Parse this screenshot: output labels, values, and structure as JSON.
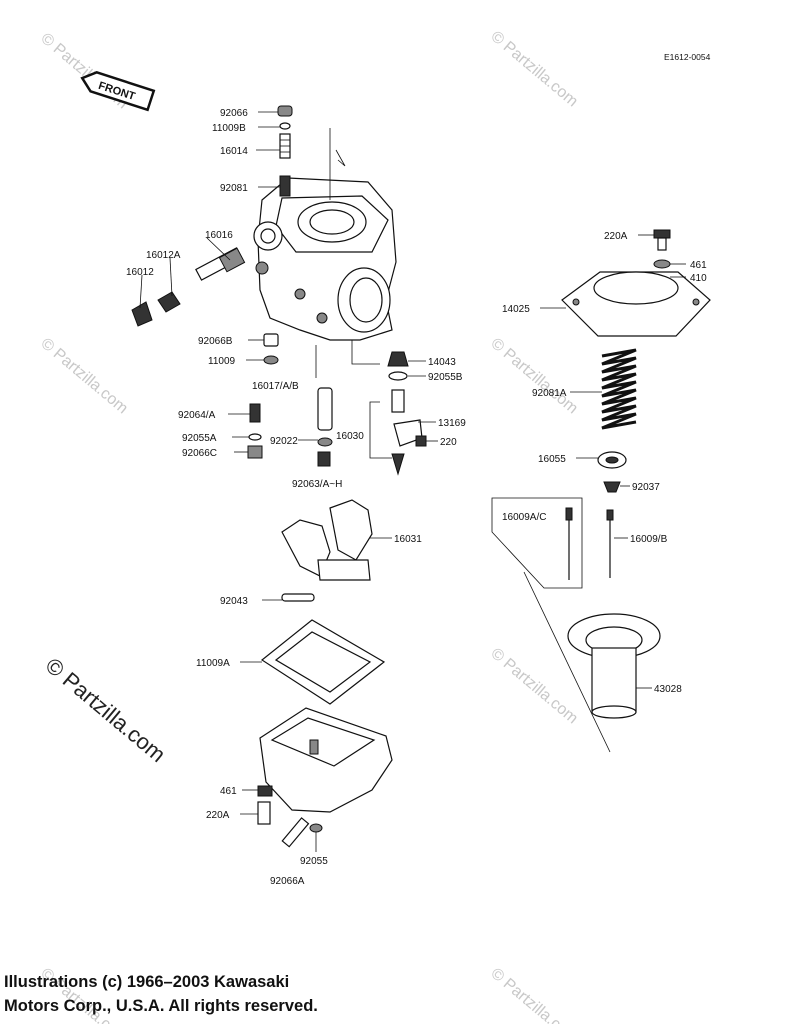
{
  "diagram_code": "E1612-0054",
  "front_arrow_label": "FRONT",
  "watermark": "© Partzilla.com",
  "copyright": {
    "line1": "Illustrations (c) 1966–2003 Kawasaki",
    "line2": "Motors Corp., U.S.A.  All rights reserved."
  },
  "labels": {
    "p92066": "92066",
    "p11009B": "11009B",
    "p16014": "16014",
    "p92081": "92081",
    "p16016": "16016",
    "p16012A": "16012A",
    "p16012": "16012",
    "p92066B": "92066B",
    "p11009": "11009",
    "p16017": "16017/A/B",
    "p14043": "14043",
    "p92055B": "92055B",
    "p92064": "92064/A",
    "p92055A": "92055A",
    "p92066C": "92066C",
    "p92022": "92022",
    "p16030": "16030",
    "p13169": "13169",
    "p220": "220",
    "p92063": "92063/A~H",
    "p220A_top": "220A",
    "p461_top": "461",
    "p410": "410",
    "p14025": "14025",
    "p92081A": "92081A",
    "p16055": "16055",
    "p92037": "92037",
    "p16009AC": "16009A/C",
    "p16009B": "16009/B",
    "p16031": "16031",
    "p92043": "92043",
    "p11009A": "11009A",
    "p43028": "43028",
    "p461_bot": "461",
    "p220A_bot": "220A",
    "p92055": "92055",
    "p92066A": "92066A"
  }
}
